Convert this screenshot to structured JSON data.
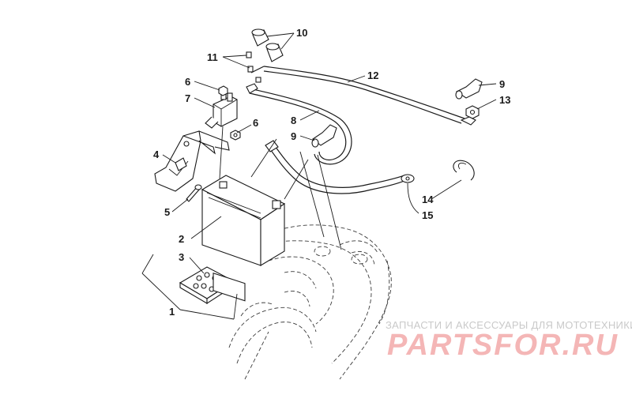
{
  "diagram": {
    "callouts": [
      "1",
      "2",
      "3",
      "4",
      "5",
      "6",
      "6",
      "7",
      "8",
      "9",
      "9",
      "10",
      "11",
      "12",
      "13",
      "14",
      "15"
    ]
  },
  "watermark": {
    "tagline": "ЗАПЧАСТИ И АКСЕССУАРЫ ДЛЯ МОТОТЕХНИКИ",
    "logo": "PARTSFOR.RU"
  },
  "colors": {
    "ink": "#1a1a1a",
    "watermark_text": "#c9c9c9",
    "watermark_logo": "#f4b6b6"
  }
}
